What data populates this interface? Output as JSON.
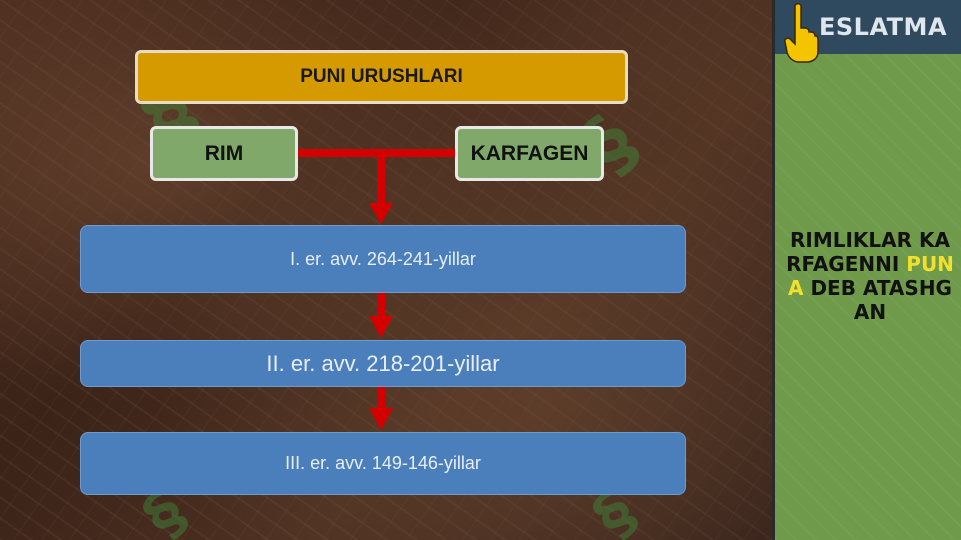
{
  "diagram": {
    "title": "PUNI URUSHLARI",
    "left_party": "RIM",
    "right_party": "KARFAGEN",
    "periods": [
      "I.  er. avv. 264-241-yillar",
      "II.  er. avv. 218-201-yillar",
      "III. er. avv. 149-146-yillar"
    ]
  },
  "note": {
    "header": "ESLATMA",
    "text_part1": "RIMLIKLAR KARFAGENNI ",
    "text_highlight": "PUNA",
    "text_part2": " DEB ATASHGAN"
  },
  "colors": {
    "title_bg": "#d49a00",
    "party_bg": "#7fa86a",
    "period_bg": "#4a7fbb",
    "connector": "#d40000",
    "sidebar_bg": "#6e9a4a",
    "header_bg": "#2f4a5f",
    "highlight": "#f2e12c"
  },
  "icons": {
    "pointer": "pointing-hand-icon"
  }
}
